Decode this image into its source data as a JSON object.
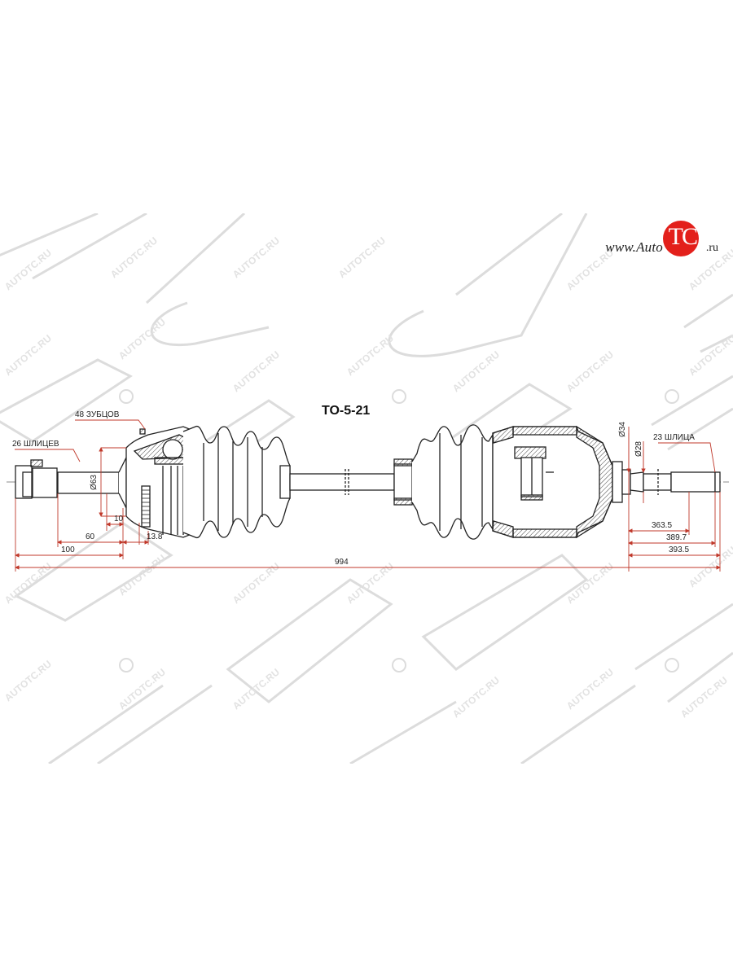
{
  "brand": {
    "prefix": "www.Auto",
    "mark": "TC",
    "suffix": ".ru",
    "accent_color": "#e3201b"
  },
  "watermark": {
    "logo_text": "SAT",
    "site_text": "AUTOTC.RU",
    "color": "#d9d9d9"
  },
  "drawing": {
    "part_number": "TO-5-21",
    "line_color": "#222222",
    "dimension_color": "#c0392b",
    "callouts": {
      "outer_splines": "26 ШЛИЦЕВ",
      "abs_teeth": "48 ЗУБЦОВ",
      "inner_splines": "23 ШЛИЦА"
    },
    "diameters": {
      "outer_joint": "Ø63",
      "inner_flange": "Ø34",
      "inner_shaft": "Ø28"
    },
    "dimensions": {
      "left": [
        "10",
        "13.8",
        "60",
        "100"
      ],
      "overall": "994",
      "right": [
        "363.5",
        "389.7",
        "393.5"
      ]
    }
  }
}
